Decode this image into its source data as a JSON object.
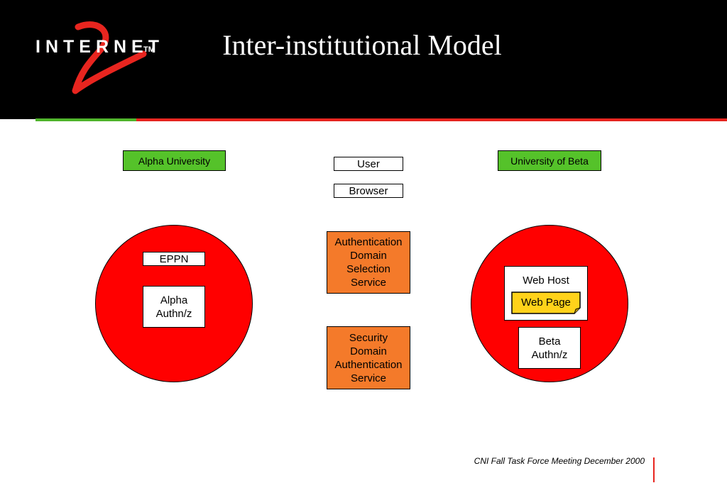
{
  "header": {
    "title": "Inter-institutional Model",
    "logo": {
      "word": "INTERNET",
      "numeral": "2",
      "tm": "TM"
    }
  },
  "diagram": {
    "alpha_university": "Alpha University",
    "university_of_beta": "University of Beta",
    "user": "User",
    "browser": "Browser",
    "eppn": "EPPN",
    "alpha_authnz": [
      "Alpha",
      "Authn/z"
    ],
    "authentication_service": [
      "Authentication",
      "Domain",
      "Selection",
      "Service"
    ],
    "security_service": [
      "Security",
      "Domain",
      "Authentication",
      "Service"
    ],
    "web_host": "Web Host",
    "web_page": "Web Page",
    "beta_authnz": [
      "Beta",
      "Authn/z"
    ]
  },
  "footer": {
    "text": "CNI Fall Task Force Meeting December 2000"
  },
  "colors": {
    "header_bg": "#000000",
    "green": "#55c22a",
    "red": "#ff0000",
    "orange": "#f47a2a",
    "yellow": "#ffd21a",
    "rule_red": "#e8251f",
    "rule_green": "#4fb52b"
  }
}
